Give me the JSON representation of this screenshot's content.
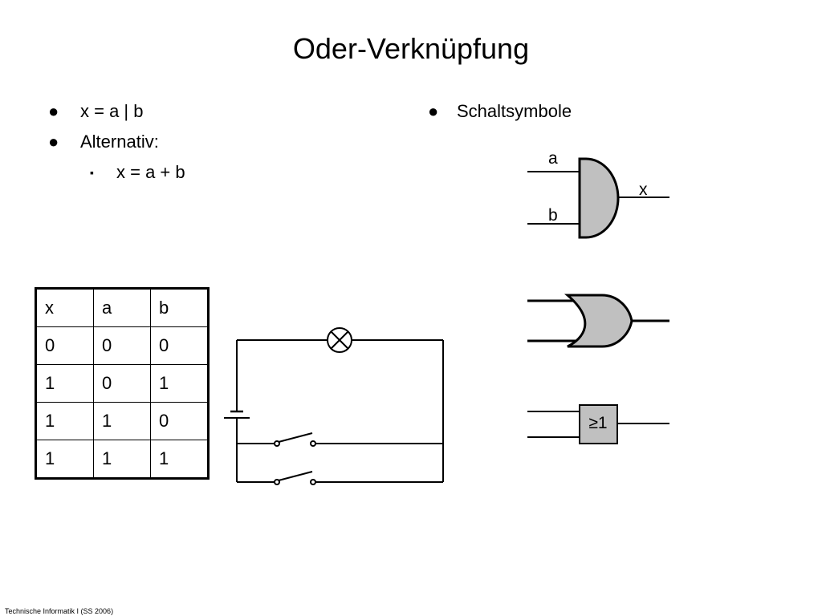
{
  "slide": {
    "title": "Oder-Verknüpfung",
    "footer": "Technische Informatik I (SS 2006)"
  },
  "left_bullets": [
    {
      "marker": "●",
      "text": "x = a | b"
    },
    {
      "marker": "●",
      "text": "Alternativ:"
    },
    {
      "marker": "▪",
      "text": "x = a + b"
    }
  ],
  "right_bullet": {
    "marker": "●",
    "text": "Schaltsymbole"
  },
  "truth_table": {
    "header": [
      "x",
      "a",
      "b"
    ],
    "rows": [
      [
        "0",
        "0",
        "0"
      ],
      [
        "1",
        "0",
        "1"
      ],
      [
        "1",
        "1",
        "0"
      ],
      [
        "1",
        "1",
        "1"
      ]
    ]
  },
  "symbols": {
    "label_a": "a",
    "label_b": "b",
    "label_x": "x",
    "iec_label": "≥1",
    "gate_fill": "#c0c0c0"
  }
}
